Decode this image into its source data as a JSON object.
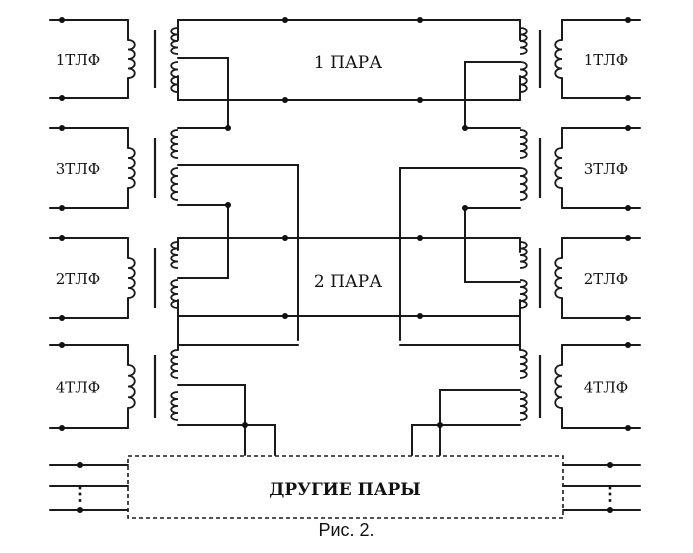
{
  "phones": {
    "left": [
      "1ТЛФ",
      "3ТЛФ",
      "2ТЛФ",
      "4ТЛФ"
    ],
    "right": [
      "1ТЛФ",
      "3ТЛФ",
      "2ТЛФ",
      "4ТЛФ"
    ]
  },
  "pairs": {
    "pair1": "1 ПАРА",
    "pair2": "2 ПАРА",
    "others": "ДРУГИЕ ПАРЫ",
    "ellipsis": "⋮"
  },
  "caption": "Рис. 2."
}
